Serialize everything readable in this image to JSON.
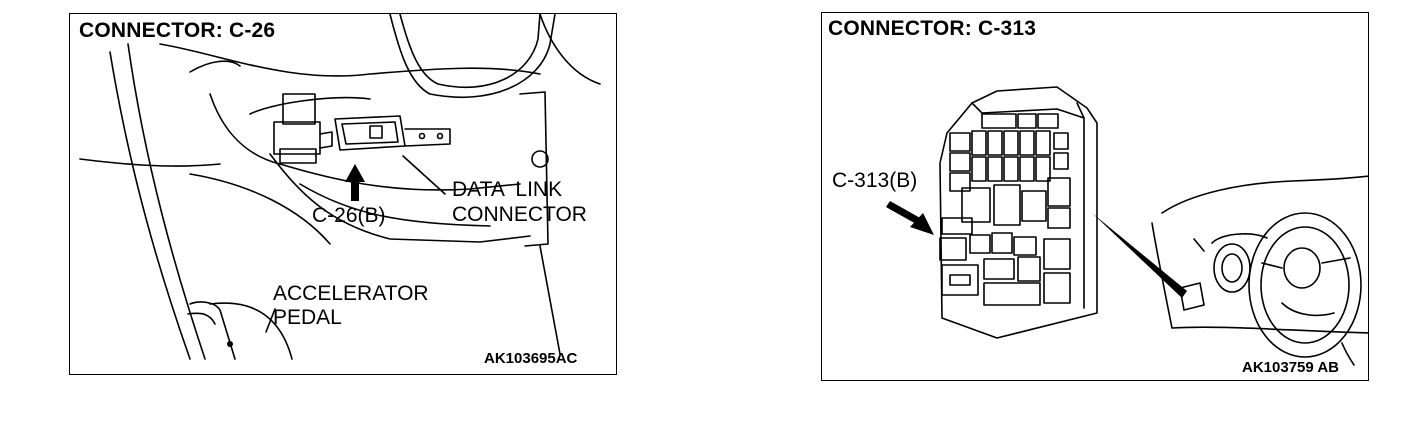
{
  "left": {
    "title": "CONNECTOR: C-26",
    "label_connector": "C-26(B)",
    "label_dlc_line1": "DATA  LINK",
    "label_dlc_line2": "CONNECTOR",
    "label_pedal_line1": "ACCELERATOR",
    "label_pedal_line2": "PEDAL",
    "code": "AK103695AC"
  },
  "right": {
    "title": "CONNECTOR: C-313",
    "label_connector": "C-313(B)",
    "code": "AK103759 AB"
  }
}
